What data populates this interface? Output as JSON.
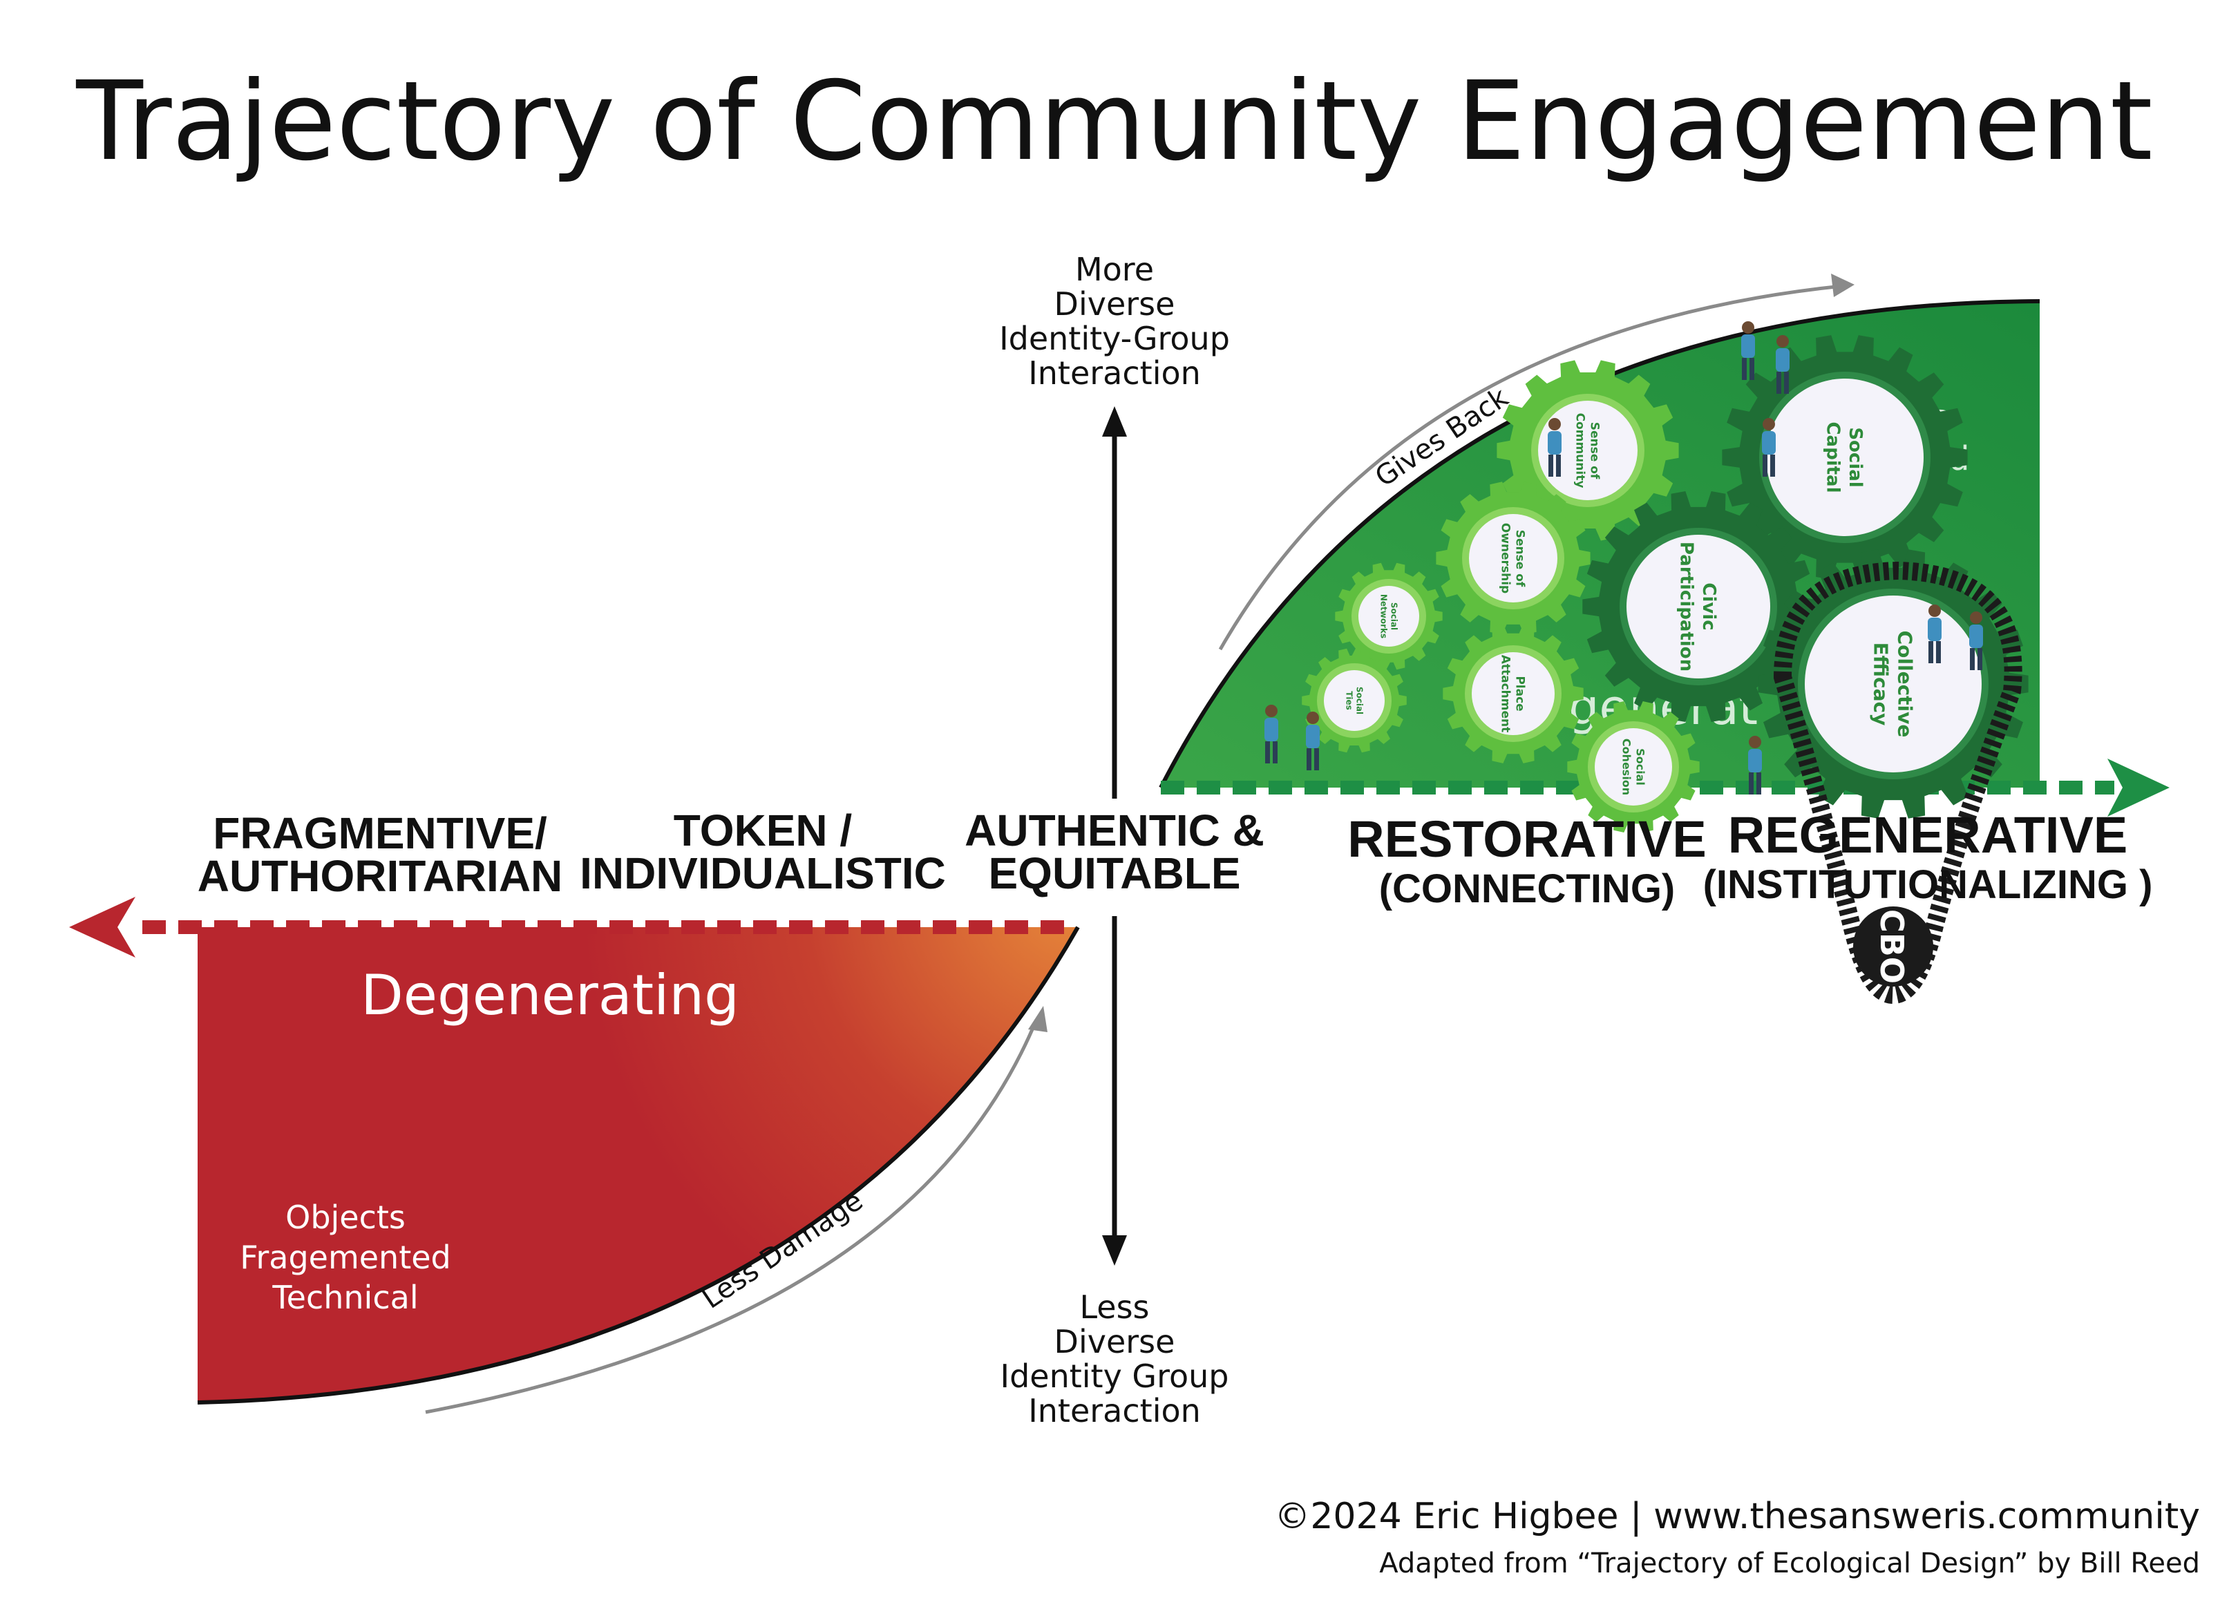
{
  "title": "Trajectory of Community Engagement",
  "vertical_axis": {
    "top_lines": [
      "More",
      "Diverse",
      "Identity-Group",
      "Interaction"
    ],
    "bottom_lines": [
      "Less",
      "Diverse",
      "Identity Group",
      "Interaction"
    ]
  },
  "stages": {
    "fragmentive": [
      "FRAGMENTIVE/",
      "AUTHORITARIAN"
    ],
    "token": [
      "TOKEN /",
      "INDIVIDUALISTIC"
    ],
    "authentic": [
      "AUTHENTIC &",
      "EQUITABLE"
    ],
    "restorative": {
      "name": "RESTORATIVE",
      "sub": "(CONNECTING)"
    },
    "regenerative": {
      "name": "REGENERATIVE",
      "sub": "(INSTITUTIONALIZING )"
    }
  },
  "degenerating": {
    "label": "Degenerating",
    "lines": [
      "Objects",
      "Fragemented",
      "Technical"
    ]
  },
  "arrows": {
    "less_damage": "Less Damage",
    "gives_back": "Gives Back"
  },
  "gears": [
    {
      "id": "sense-of-community",
      "lines": [
        "Sense of",
        "Community"
      ]
    },
    {
      "id": "social-capital",
      "lines": [
        "Social",
        "Capital"
      ]
    },
    {
      "id": "sense-of-ownership",
      "lines": [
        "Sense of",
        "Ownership"
      ]
    },
    {
      "id": "civic-participation",
      "lines": [
        "Civic",
        "Participation"
      ]
    },
    {
      "id": "social-networks",
      "lines": [
        "Social",
        "Networks"
      ]
    },
    {
      "id": "place-attachment",
      "lines": [
        "Place",
        "Attachment"
      ]
    },
    {
      "id": "social-ties",
      "lines": [
        "Social",
        "Ties"
      ]
    },
    {
      "id": "social-cohesion",
      "lines": [
        "Social",
        "Cohesion"
      ]
    },
    {
      "id": "collective-efficacy",
      "lines": [
        "Collective",
        "Efficacy"
      ]
    }
  ],
  "background_fragments": {
    "regen_word": "generat",
    "systems": "tems",
    "d": "d"
  },
  "belt_label": "CBO",
  "credits": {
    "line1": "©2024 Eric Higbee | www.thesansweris.community",
    "line2": "Adapted from “Trajectory of Ecological Design” by Bill Reed"
  },
  "colors": {
    "degenerating_red": "#b8262e",
    "degenerating_orange": "#e2843a",
    "regenerative_green": "#2e9a45",
    "gear_green": "#5fbf3f",
    "dark_gear": "#1f6e35",
    "arrow_red": "#b8262e",
    "arrow_green": "#1e8f45"
  }
}
